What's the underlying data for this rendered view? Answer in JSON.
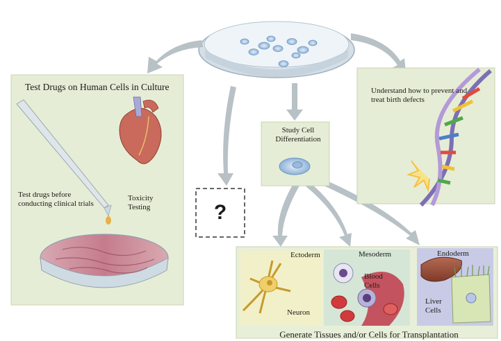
{
  "panels": {
    "drugs": {
      "title": "Test Drugs on Human Cells in Culture",
      "test_drugs": "Test drugs before conducting clinical trials",
      "toxicity": "Toxicity Testing"
    },
    "differentiation": {
      "label": "Study Cell Differentiation"
    },
    "birth_defects": {
      "label": "Understand how to prevent and treat birth defects"
    },
    "unknown": {
      "label": "?"
    },
    "tissues": {
      "ectoderm": "Ectoderm",
      "mesoderm": "Mesoderm",
      "endoderm": "Endoderm",
      "neuron": "Neuron",
      "blood_cells": "Blood Cells",
      "liver_cells": "Liver Cells",
      "caption": "Generate Tissues and/or Cells for Transplantation"
    }
  },
  "colors": {
    "panel_green": "#e6edd6",
    "panel_border": "#c9d3b0",
    "arrow": "#b7c1c6",
    "ectoderm_bg": "#f2f0c8",
    "mesoderm_bg": "#d5e6d6",
    "endoderm_bg": "#c9cbe6"
  }
}
